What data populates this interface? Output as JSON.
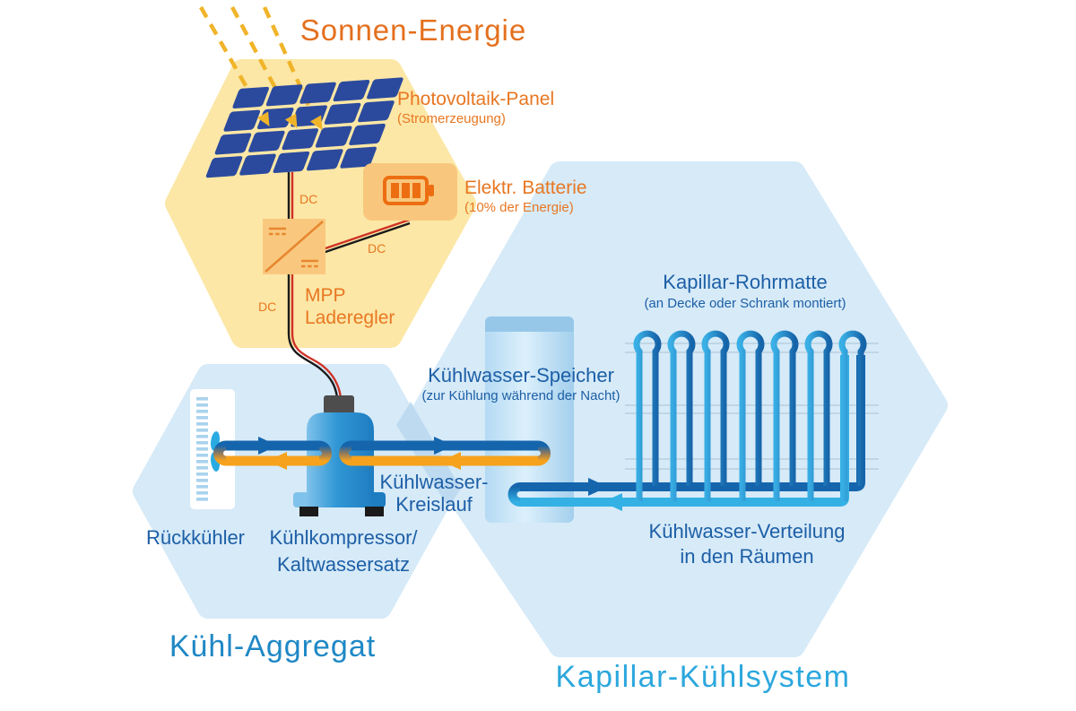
{
  "titles": {
    "solar": "Sonnen-Energie",
    "cooling_unit": "Kühl-Aggregat",
    "capillary_system": "Kapillar-Kühlsystem"
  },
  "labels": {
    "pv_panel": "Photovoltaik-Panel",
    "pv_panel_sub": "(Stromerzeugung)",
    "battery": "Elektr. Batterie",
    "battery_sub": "(10% der Energie)",
    "mpp_line1": "MPP",
    "mpp_line2": "Laderegler",
    "dc1": "DC",
    "dc2": "DC",
    "dc3": "DC",
    "storage": "Kühlwasser-Speicher",
    "storage_sub": "(zur Kühlung während der Nacht)",
    "mat": "Kapillar-Rohrmatte",
    "mat_sub": "(an Decke oder Schrank montiert)",
    "recooler": "Rückkühler",
    "compressor_line1": "Kühlkompressor/",
    "compressor_line2": "Kaltwassersatz",
    "circuit_line1": "Kühlwasser-",
    "circuit_line2": "Kreislauf",
    "distribution_line1": "Kühlwasser-Verteilung",
    "distribution_line2": "in den Räumen"
  },
  "icons": {
    "sun_rays": "sun-rays-icon",
    "solar_panel": "solar-panel-icon",
    "battery": "battery-icon",
    "mpp_controller": "mpp-charge-controller-icon",
    "storage_tank": "storage-tank-icon",
    "recooler": "recooler-icon",
    "fan": "fan-icon",
    "compressor": "compressor-icon",
    "capillary_mat": "capillary-mat-icon"
  },
  "colors": {
    "hex_yellow": "#fce7a6",
    "hex_blue": "#d6eaf8",
    "hex_overlap": "#bedaf0",
    "orange_title": "#e4701e",
    "orange_label": "#e87722",
    "blue_label": "#1d5fa6",
    "pipe_blue": "#1565ad",
    "pipe_orange": "#f6a21c",
    "pipe_cyan": "#33b1e4",
    "panel_blue": "#2b4a9e",
    "ray_yellow": "#f0b429",
    "battery_orange": "#ed6e12",
    "box_fill": "#f9c87e"
  }
}
